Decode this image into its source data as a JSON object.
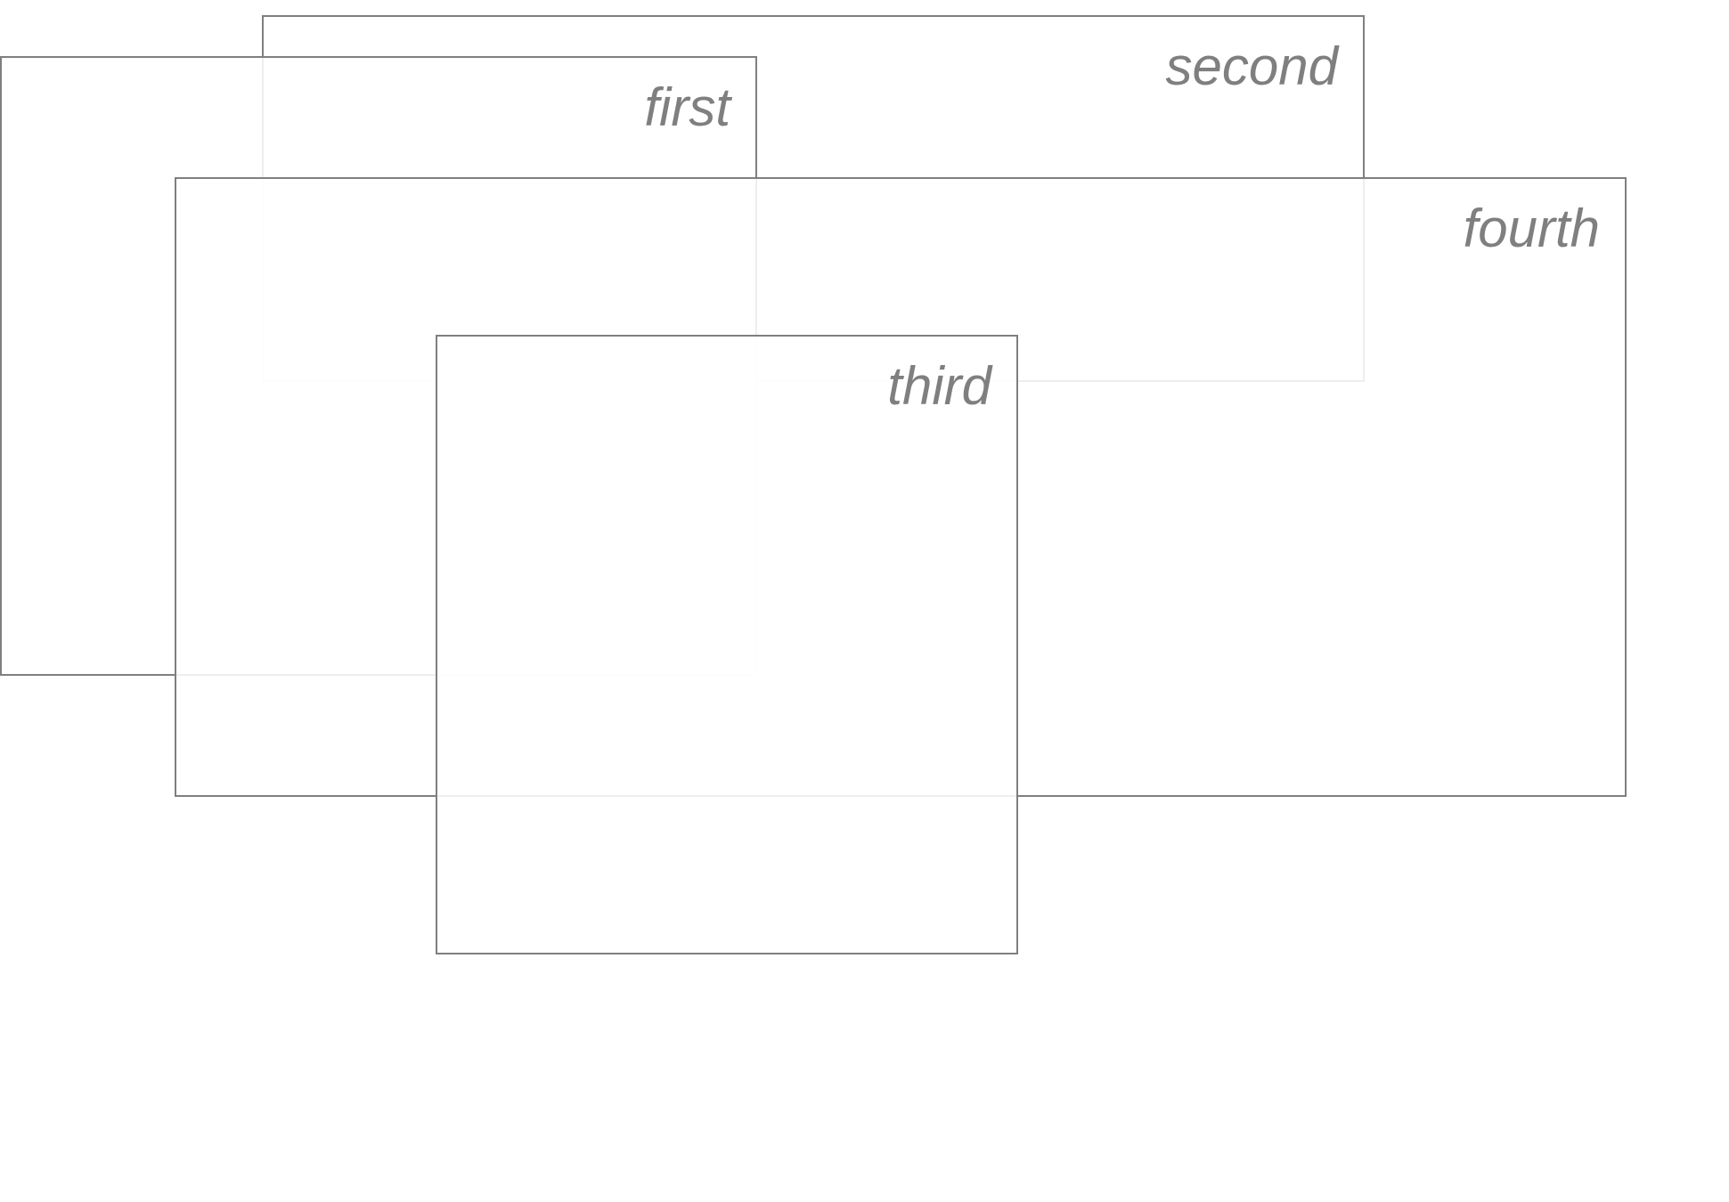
{
  "panels": {
    "first": {
      "label": "first"
    },
    "second": {
      "label": "second"
    },
    "third": {
      "label": "third"
    },
    "fourth": {
      "label": "fourth"
    }
  },
  "colors": {
    "border": "#7f7f7f",
    "label": "#7f7f7f",
    "background": "#ffffff"
  }
}
